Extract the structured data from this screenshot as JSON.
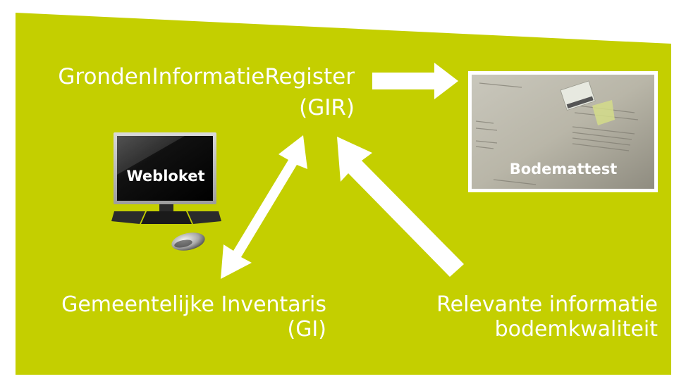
{
  "colors": {
    "background": "#c4cf00",
    "text": "#ffffff",
    "arrow": "#ffffff"
  },
  "gir": {
    "title": "GrondenInformatieRegister",
    "abbr": "(GIR)"
  },
  "webloket": {
    "label": "Webloket"
  },
  "bodemattest": {
    "label": "Bodemattest",
    "document_title": "Bodemattest"
  },
  "gi": {
    "title": "Gemeentelijke Inventaris",
    "abbr": "(GI)"
  },
  "relevante": {
    "line1": "Relevante informatie",
    "line2": "bodemkwaliteit"
  },
  "icons": {
    "computer": "desktop-computer-icon",
    "mouse": "mouse-icon",
    "arrows": [
      "arrow-right-icon",
      "double-arrow-icon",
      "arrow-up-left-icon"
    ]
  }
}
